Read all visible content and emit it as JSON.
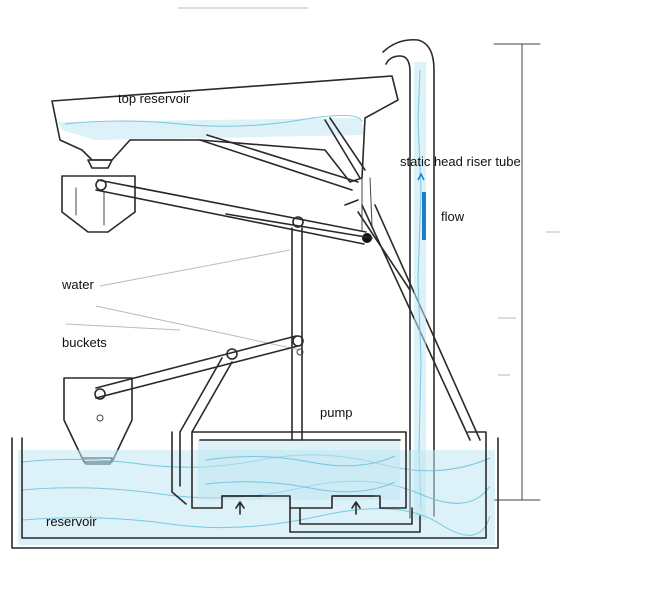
{
  "labels": {
    "top_reservoir": "top reservoir",
    "static_head_riser_tube": "static head riser tube",
    "flow": "flow",
    "water": "water",
    "buckets": "buckets",
    "pump": "pump",
    "reservoir": "reservoir"
  },
  "colors": {
    "ink": "#2a2a2a",
    "water": "#bfe6f2",
    "flow_arrow": "#1a7fc4"
  }
}
